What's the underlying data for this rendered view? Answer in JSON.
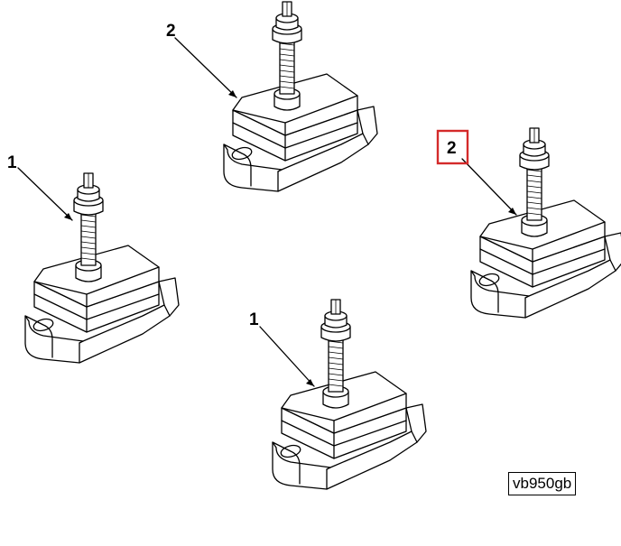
{
  "figure": {
    "code": "vb950gb",
    "callouts": [
      {
        "id": "c1",
        "text": "2",
        "highlighted": false
      },
      {
        "id": "c2",
        "text": "1",
        "highlighted": false
      },
      {
        "id": "c3",
        "text": "2",
        "highlighted": true
      },
      {
        "id": "c4",
        "text": "1",
        "highlighted": false
      }
    ],
    "highlight_color": "#d42a2a"
  }
}
